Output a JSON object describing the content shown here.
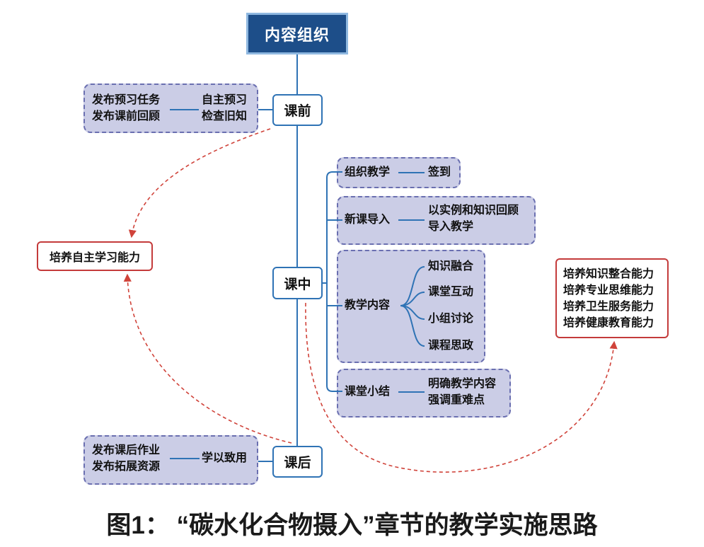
{
  "root": {
    "label": "内容组织"
  },
  "stages": {
    "pre": "课前",
    "in": "课中",
    "post": "课后"
  },
  "pre_group": {
    "left": [
      "发布预习任务",
      "发布课前回顾"
    ],
    "right": [
      "自主预习",
      "检查旧知"
    ]
  },
  "post_group": {
    "left": [
      "发布课后作业",
      "发布拓展资源"
    ],
    "right": "学以致用"
  },
  "in_groups": {
    "organize": {
      "label": "组织教学",
      "detail": "签到"
    },
    "intro": {
      "label": "新课导入",
      "detail": [
        "以实例和知识回顾",
        "导入教学"
      ]
    },
    "content": {
      "label": "教学内容",
      "items": [
        "知识融合",
        "课堂互动",
        "小组讨论",
        "课程思政"
      ]
    },
    "summary": {
      "label": "课堂小结",
      "detail": [
        "明确教学内容",
        "强调重难点"
      ]
    }
  },
  "outcomes": {
    "self_learning": "培养自主学习能力",
    "abilities": [
      "培养知识整合能力",
      "培养专业思维能力",
      "培养卫生服务能力",
      "培养健康教育能力"
    ]
  },
  "caption": "图1：  “碳水化合物摄入”章节的教学实施思路",
  "colors": {
    "root_fill": "#1d4e89",
    "root_border": "#8fb8e0",
    "line": "#2f73b5",
    "group_fill": "#cbcde6",
    "group_border": "#6a6fb0",
    "red": "#c43b3b"
  }
}
